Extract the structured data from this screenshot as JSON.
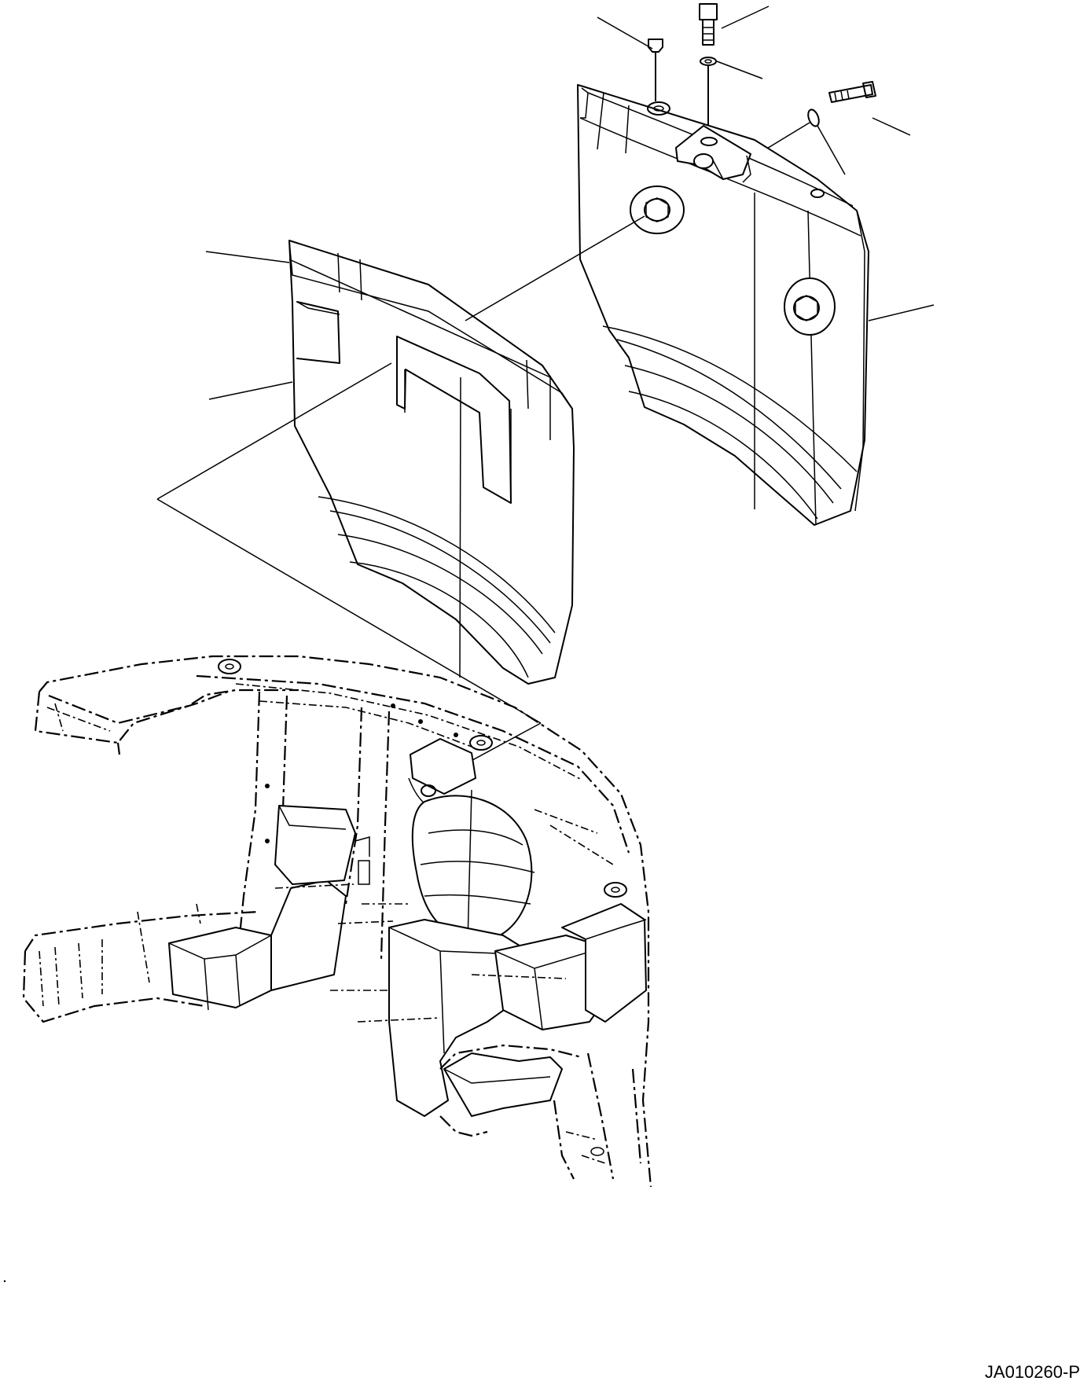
{
  "figure": {
    "drawing_code": "JA010260-P"
  },
  "parts": [
    {
      "id": "inner-cover"
    },
    {
      "id": "cover-bracket-plate"
    },
    {
      "id": "outer-counterweight-cover"
    },
    {
      "id": "screw"
    },
    {
      "id": "bolt-vertical"
    },
    {
      "id": "washer"
    },
    {
      "id": "bolt-side"
    },
    {
      "id": "washer-side"
    },
    {
      "id": "frame-chassis"
    }
  ],
  "colors": {
    "ink": "#000000",
    "paper": "#ffffff"
  }
}
